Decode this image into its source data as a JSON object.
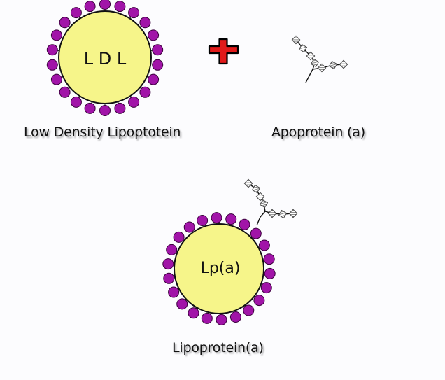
{
  "colors": {
    "background": "#fcfcfe",
    "core_fill": "#f6f58a",
    "core_stroke": "#111111",
    "bead_fill": "#a114a8",
    "plus_fill": "#e11a1a",
    "plus_stroke": "#000000",
    "kringle": "#444444"
  },
  "ldl": {
    "core_label": "L D L",
    "caption": "Low Density Lipoptotein"
  },
  "operator": {
    "icon": "plus-icon"
  },
  "apoprotein": {
    "caption": "Apoprotein (a)"
  },
  "lpa": {
    "core_label": "Lp(a)",
    "caption": "Lipoprotein(a)"
  }
}
